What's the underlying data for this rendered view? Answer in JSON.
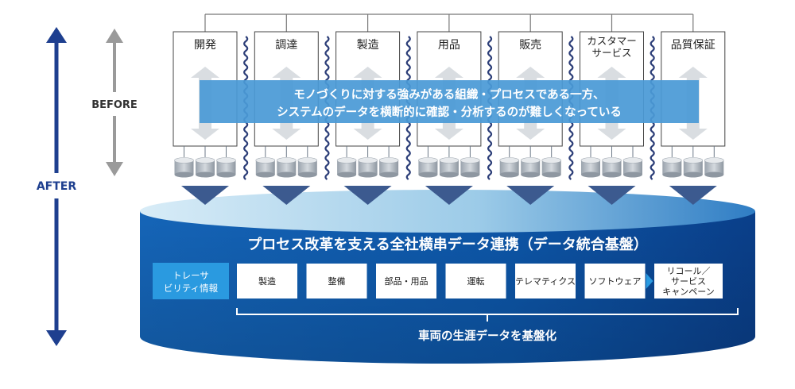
{
  "labels": {
    "after": "AFTER",
    "before": "BEFORE"
  },
  "departments": [
    {
      "label_lines": [
        "開発"
      ]
    },
    {
      "label_lines": [
        "調達"
      ]
    },
    {
      "label_lines": [
        "製造"
      ]
    },
    {
      "label_lines": [
        "用品"
      ]
    },
    {
      "label_lines": [
        "販売"
      ]
    },
    {
      "label_lines": [
        "カスタマー",
        "サービス"
      ]
    },
    {
      "label_lines": [
        "品質保証"
      ]
    }
  ],
  "banner": {
    "line1": "モノづくりに対する強みがある組織・プロセスである一方、",
    "line2": "システムのデータを横断的に確認・分析するのが難しくなっている"
  },
  "platform": {
    "title": "プロセス改革を支える全社横串データ連携（データ統合基盤）",
    "traceability_lines": [
      "トレーサ",
      "ビリティ情報"
    ],
    "stages": [
      {
        "label_lines": [
          "製造"
        ]
      },
      {
        "label_lines": [
          "整備"
        ]
      },
      {
        "label_lines": [
          "部品・用品"
        ]
      },
      {
        "label_lines": [
          "運転"
        ]
      },
      {
        "label_lines": [
          "テレマティクス"
        ]
      },
      {
        "label_lines": [
          "ソフトウェア"
        ]
      },
      {
        "label_lines": [
          "リコール／",
          "サービス",
          "キャンペーン"
        ]
      }
    ],
    "footer": "車両の生涯データを基盤化"
  },
  "colors": {
    "after_arrow": "#1e3f8f",
    "before_arrow": "#9a9a9a",
    "banner": "#4a9ad6",
    "platform_dark": "#0a4d9e",
    "platform_top": "#b9dbef",
    "down_arrow": "#3c5a8f",
    "trace_box": "#2a9ae0",
    "stage_box": "#ffffff"
  }
}
